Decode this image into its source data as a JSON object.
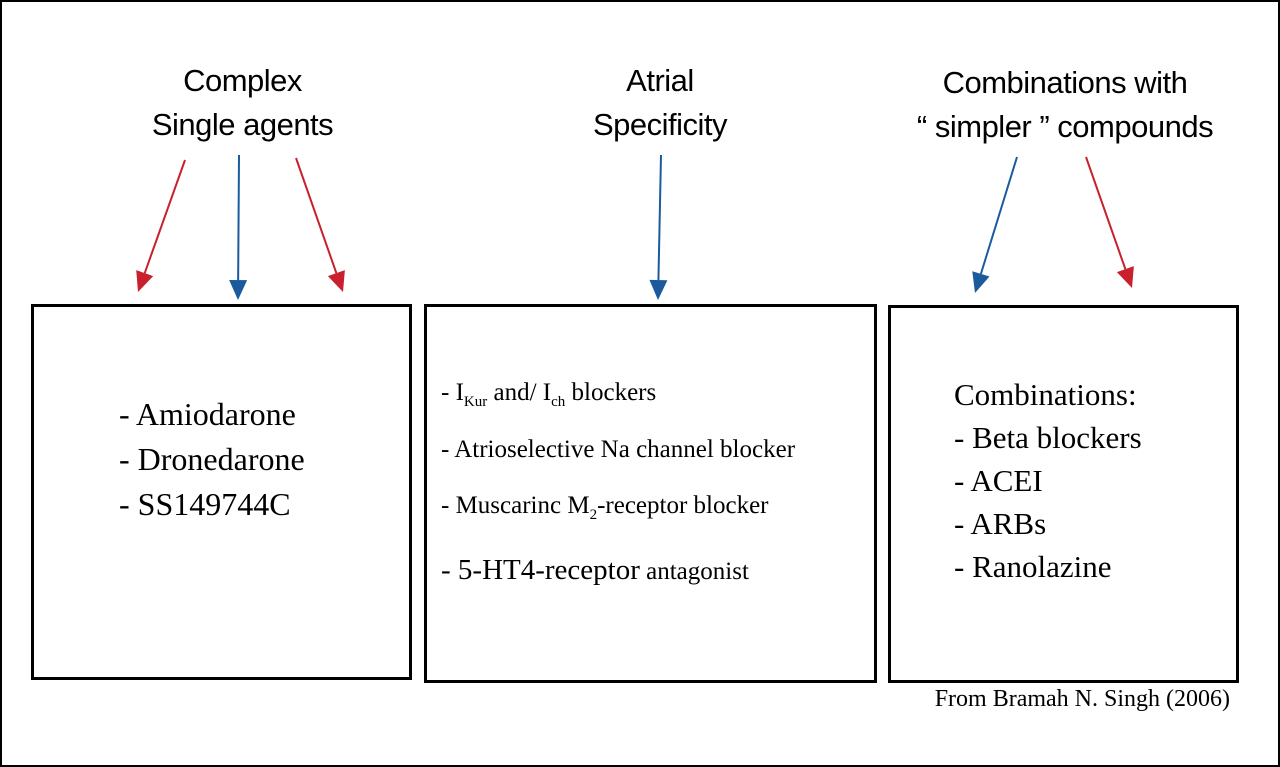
{
  "headings": {
    "complex": [
      "Complex",
      "Single agents"
    ],
    "atrial": [
      "Atrial",
      "Specificity"
    ],
    "combinations": [
      "Combinations with",
      "“ simpler ” compounds"
    ]
  },
  "box1": {
    "items": [
      "- Amiodarone",
      "- Dronedarone",
      "- SS149744C"
    ]
  },
  "box2": {
    "item1": {
      "prefix": "- I",
      "sub1": "Kur",
      "mid": " and/ I",
      "sub2": "ch",
      "suffix": " blockers"
    },
    "item2": "- Atrioselective Na channel blocker",
    "item3": {
      "prefix": "-  Muscarinc M",
      "sub": "2",
      "suffix": "-receptor blocker"
    },
    "item4": {
      "big": "- 5-HT4-receptor",
      "small": " antagonist"
    }
  },
  "box3": {
    "items": [
      "Combinations:",
      "- Beta blockers",
      "-  ACEI",
      "-  ARBs",
      "-  Ranolazine"
    ]
  },
  "credit": "From Bramah N. Singh (2006)",
  "colors": {
    "red_arrow": "#c8202c",
    "blue_arrow": "#1b5a9c",
    "border": "#000000"
  }
}
